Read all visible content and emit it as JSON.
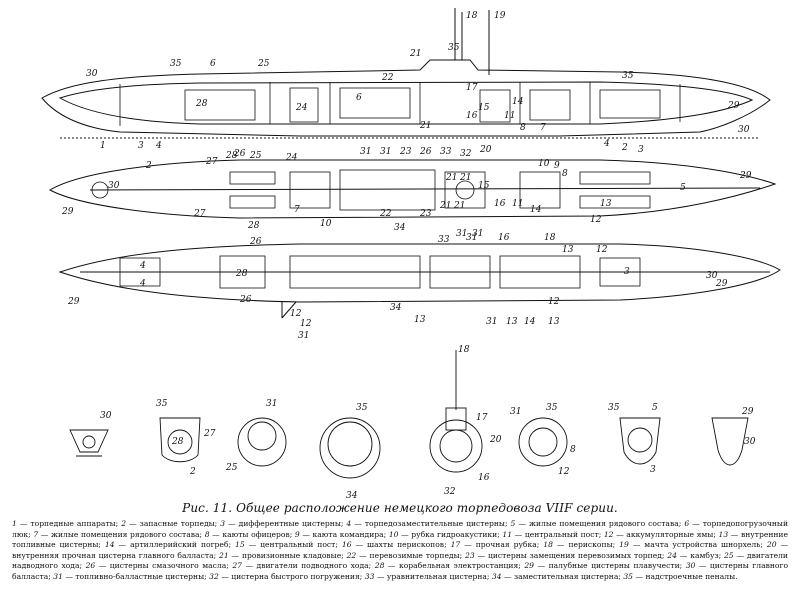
{
  "caption": "Рис. 11. Общее расположение немецкого торпедовоза VIIF серии.",
  "legend": [
    {
      "n": "1",
      "text": "торпедные аппараты;"
    },
    {
      "n": "2",
      "text": "запасные торпеды;"
    },
    {
      "n": "3",
      "text": "дифферентные цистерны;"
    },
    {
      "n": "4",
      "text": "торпедозаместительные цистерны;"
    },
    {
      "n": "5",
      "text": "жилые помещения рядового состава;"
    },
    {
      "n": "6",
      "text": "торпедопогрузочный люк;"
    },
    {
      "n": "7",
      "text": "жилые помещения рядового состава;"
    },
    {
      "n": "8",
      "text": "каюты офицеров;"
    },
    {
      "n": "9",
      "text": "каюта командира;"
    },
    {
      "n": "10",
      "text": "рубка гидроакустики;"
    },
    {
      "n": "11",
      "text": "центральный пост;"
    },
    {
      "n": "12",
      "text": "аккумуляторные ямы;"
    },
    {
      "n": "13",
      "text": "внутренние топливные цистерны;"
    },
    {
      "n": "14",
      "text": "артиллерийский погреб;"
    },
    {
      "n": "15",
      "text": "центральный пост;"
    },
    {
      "n": "16",
      "text": "шахты перископов;"
    },
    {
      "n": "17",
      "text": "прочная рубка;"
    },
    {
      "n": "18",
      "text": "перископы;"
    },
    {
      "n": "19",
      "text": "мачта устройства шнорхель;"
    },
    {
      "n": "20",
      "text": "внутренняя прочная цистерна главного балласта;"
    },
    {
      "n": "21",
      "text": "провизионные кладовые;"
    },
    {
      "n": "22",
      "text": "перевозимые торпеды;"
    },
    {
      "n": "23",
      "text": "цистерны замещения перевозимых торпед;"
    },
    {
      "n": "24",
      "text": "камбуз;"
    },
    {
      "n": "25",
      "text": "двигатели надводного хода;"
    },
    {
      "n": "26",
      "text": "цистерны смазочного масла;"
    },
    {
      "n": "27",
      "text": "двигатели подводного хода;"
    },
    {
      "n": "28",
      "text": "корабельная электростанция;"
    },
    {
      "n": "29",
      "text": "палубные цистерны плавучести;"
    },
    {
      "n": "30",
      "text": "цистерны главного балласта;"
    },
    {
      "n": "31",
      "text": "топливно-балластные цистерны;"
    },
    {
      "n": "32",
      "text": "цистерна быстрого погружения;"
    },
    {
      "n": "33",
      "text": "уравнительная цистерна;"
    },
    {
      "n": "34",
      "text": "заместительная цистерна;"
    },
    {
      "n": "35",
      "text": "надстроечные пеналы."
    }
  ],
  "drawing": {
    "profile_labels": [
      "18",
      "19",
      "30",
      "35",
      "6",
      "25",
      "21",
      "35",
      "22",
      "35",
      "29",
      "1",
      "3",
      "4",
      "28",
      "27",
      "26",
      "24",
      "6",
      "21",
      "17",
      "15",
      "16",
      "20",
      "8",
      "7",
      "11",
      "14",
      "4",
      "2",
      "3",
      "30"
    ],
    "deck_labels": [
      "2",
      "24",
      "25",
      "31",
      "31",
      "23",
      "26",
      "33",
      "32",
      "28",
      "21",
      "21",
      "15",
      "10",
      "9",
      "8",
      "5",
      "30",
      "29",
      "29",
      "27",
      "7",
      "10",
      "34",
      "22",
      "23",
      "16",
      "11",
      "14",
      "12",
      "31",
      "31",
      "28",
      "13",
      "21",
      "21"
    ],
    "lower_labels": [
      "4",
      "4",
      "26",
      "28",
      "26",
      "29",
      "12",
      "12",
      "34",
      "31",
      "33",
      "31",
      "16",
      "18",
      "13",
      "13",
      "13",
      "14",
      "12",
      "12",
      "3",
      "30",
      "29",
      "13",
      "31"
    ],
    "section_labels": [
      "30",
      "35",
      "28",
      "27",
      "2",
      "31",
      "25",
      "35",
      "34",
      "18",
      "17",
      "20",
      "32",
      "16",
      "31",
      "35",
      "12",
      "8",
      "35",
      "5",
      "3",
      "29",
      "30"
    ]
  }
}
